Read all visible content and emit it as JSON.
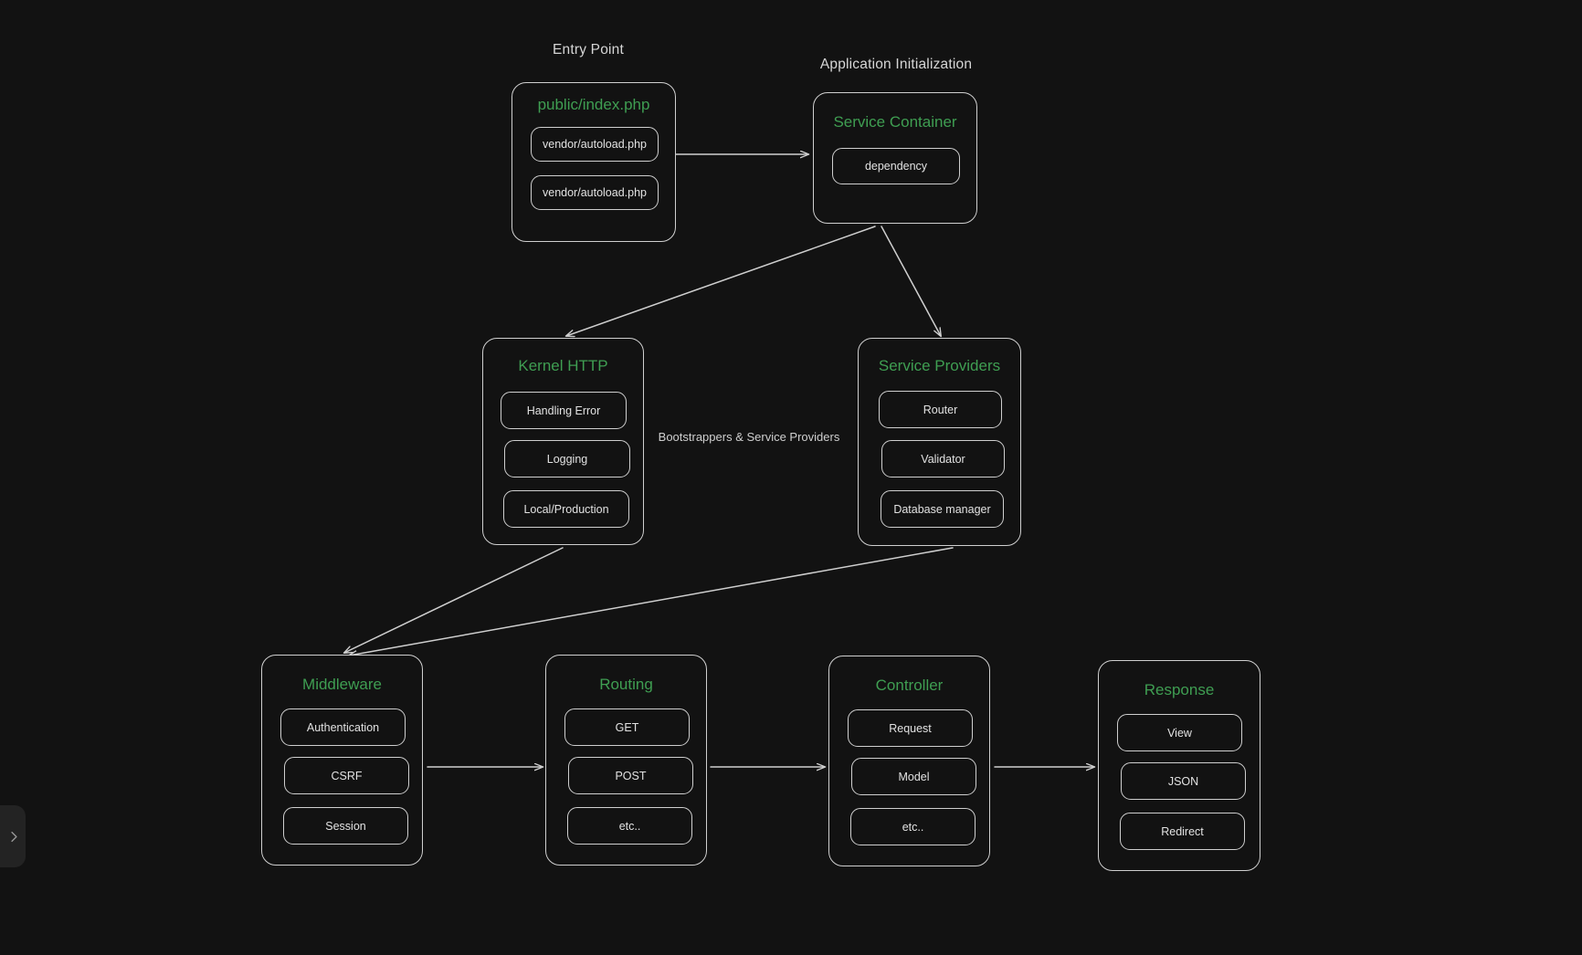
{
  "theme": {
    "background": "#121212",
    "stroke": "#cfcfcf",
    "text": "#e2e2e2",
    "accent_green": "#3f9e52"
  },
  "labels": {
    "entry_point": "Entry Point",
    "application_initialization": "Application Initialization",
    "bootstrappers": "Bootstrappers & Service Providers"
  },
  "cards": {
    "index": {
      "title": "public/index.php",
      "items": [
        "vendor/autoload.php",
        "vendor/autoload.php"
      ]
    },
    "container": {
      "title": "Service Container",
      "items": [
        "dependency"
      ]
    },
    "kernel": {
      "title": "Kernel HTTP",
      "items": [
        "Handling Error",
        "Logging",
        "Local/Production"
      ]
    },
    "providers": {
      "title": "Service Providers",
      "items": [
        "Router",
        "Validator",
        "Database manager"
      ]
    },
    "middleware": {
      "title": "Middleware",
      "items": [
        "Authentication",
        "CSRF",
        "Session"
      ]
    },
    "routing": {
      "title": "Routing",
      "items": [
        "GET",
        "POST",
        "etc.."
      ]
    },
    "controller": {
      "title": "Controller",
      "items": [
        "Request",
        "Model",
        "etc.."
      ]
    },
    "response": {
      "title": "Response",
      "items": [
        "View",
        "JSON",
        "Redirect"
      ]
    }
  },
  "panel_toggle": {
    "icon": "chevron-right-icon"
  }
}
